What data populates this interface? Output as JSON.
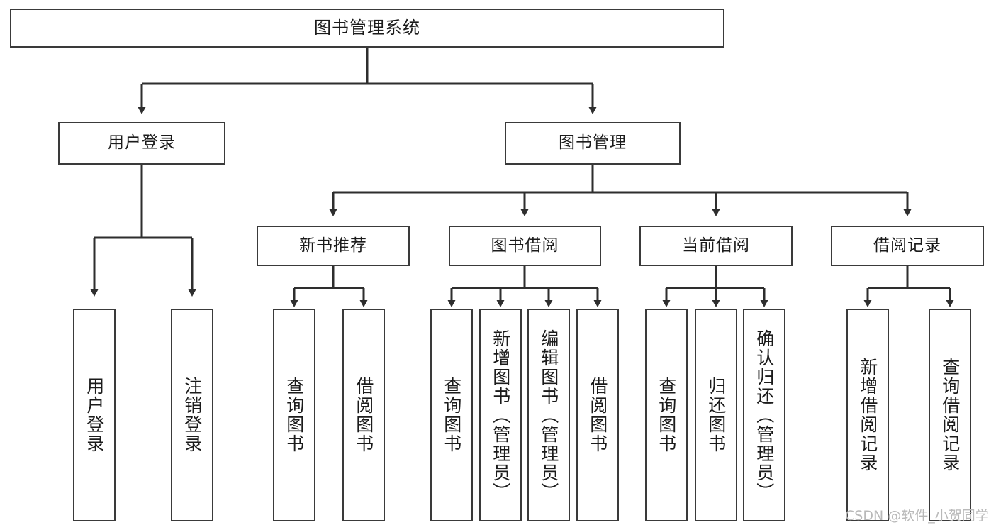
{
  "diagram": {
    "title": "图书管理系统",
    "type": "tree",
    "watermark": "CSDN @软件_小贺同学",
    "line_color": "#3a3a3a",
    "box_fill": "#ffffff",
    "text_color": "#1b1b1b",
    "watermark_color": "#b9b9b9"
  },
  "nodes": {
    "root": {
      "label": "图书管理系统"
    },
    "level1": [
      {
        "label": "用户登录"
      },
      {
        "label": "图书管理"
      }
    ],
    "level2": [
      {
        "label": "新书推荐"
      },
      {
        "label": "图书借阅"
      },
      {
        "label": "当前借阅"
      },
      {
        "label": "借阅记录"
      }
    ],
    "leaves": {
      "user_login": [
        {
          "label": "用户登录"
        },
        {
          "label": "注销登录"
        }
      ],
      "new_book_recommend": [
        {
          "label": "查询图书"
        },
        {
          "label": "借阅图书"
        }
      ],
      "book_borrow": [
        {
          "label": "查询图书"
        },
        {
          "label": "新增图书（管理员）"
        },
        {
          "label": "编辑图书（管理员）"
        },
        {
          "label": "借阅图书"
        }
      ],
      "current_borrow": [
        {
          "label": "查询图书"
        },
        {
          "label": "归还图书"
        },
        {
          "label": "确认归还（管理员）"
        }
      ],
      "borrow_record": [
        {
          "label": "新增借阅记录"
        },
        {
          "label": "查询借阅记录"
        }
      ]
    }
  }
}
